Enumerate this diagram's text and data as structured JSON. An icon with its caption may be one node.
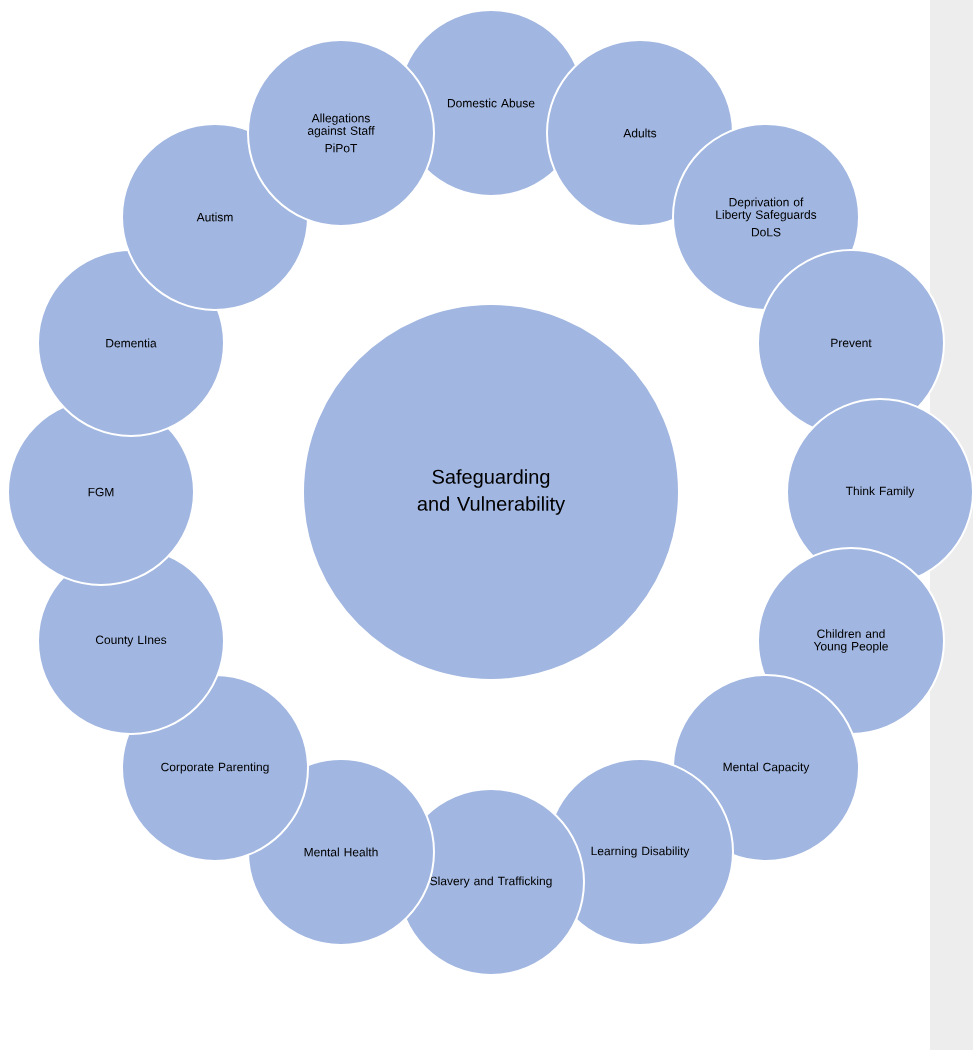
{
  "diagram": {
    "nodes": [
      {
        "text": [
          "Safeguarding and Vulnerability"
        ]
      },
      {
        "text": [
          "Domestic Abuse"
        ]
      },
      {
        "text": [
          "Adults"
        ]
      },
      {
        "text": [
          "Deprivation of Liberty Safeguards",
          "DoLS"
        ]
      },
      {
        "text": [
          "Prevent"
        ]
      },
      {
        "text": [
          "Think Family"
        ]
      },
      {
        "text": [
          "Children and Young People"
        ]
      },
      {
        "text": [
          "Mental Capacity"
        ]
      },
      {
        "text": [
          "Learning Disability"
        ]
      },
      {
        "text": [
          "Slavery and Trafficking"
        ]
      },
      {
        "text": [
          "Mental Health"
        ]
      },
      {
        "text": [
          "Corporate Parenting"
        ]
      },
      {
        "text": [
          "County LInes"
        ]
      },
      {
        "text": [
          "FGM"
        ]
      },
      {
        "text": [
          "Dementia"
        ]
      },
      {
        "text": [
          "Autism"
        ]
      },
      {
        "text": [
          "Allegations against Staff",
          "PiPoT"
        ]
      }
    ]
  }
}
